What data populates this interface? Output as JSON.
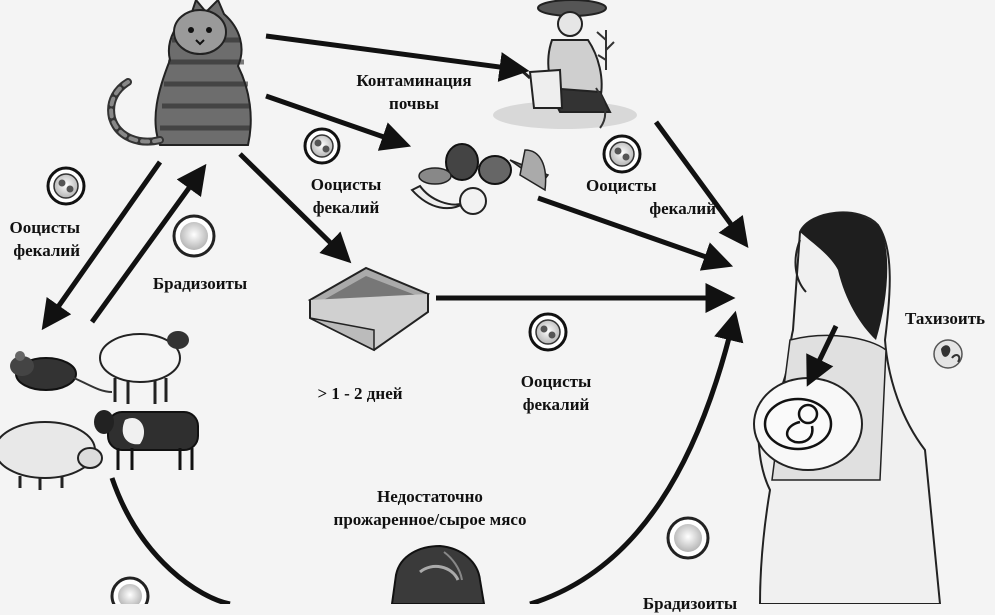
{
  "labels": {
    "soil_contamination": [
      "Контаминация",
      "почвы"
    ],
    "oocysts_vegetables": [
      "Ооцисты",
      "фекалий"
    ],
    "oocysts_soil": [
      "Ооцисты",
      "фекалий"
    ],
    "oocysts_left": [
      "Ооцисты",
      "фекалий"
    ],
    "bradyzoites_left": "Брадизоиты",
    "litter_days": "> 1 - 2 дней",
    "oocysts_litter": [
      "Ооцисты",
      "фекалий"
    ],
    "tachyzoite": "Тахизоить",
    "undercooked_meat": [
      "Недостаточно",
      "прожаренное/сырое мясо"
    ],
    "bradyzoites_bottom": "Брадизоиты"
  },
  "icons": {
    "cat": "cat-icon",
    "gardener": "gardener-icon",
    "vegetables": "vegetables-icon",
    "litter_box": "litter-box-icon",
    "pregnant_woman": "pregnant-woman-icon",
    "fetus": "fetus-icon",
    "rat": "rat-icon",
    "sheep": "sheep-icon",
    "pig": "pig-icon",
    "cow": "cow-icon",
    "meat": "meat-icon",
    "oocyst": "oocyst-icon",
    "cyst": "cyst-icon",
    "tachyzoite": "tachyzoite-icon"
  },
  "colors": {
    "ink": "#111111",
    "background": "#f4f4f4"
  }
}
